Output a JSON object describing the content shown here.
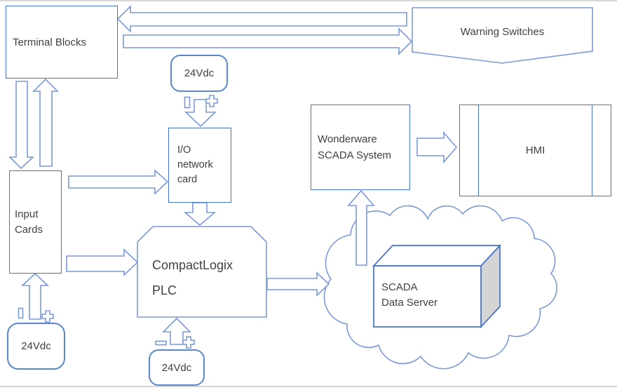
{
  "diagram": {
    "title": "SCADA control system architecture diagram",
    "nodes": {
      "terminal_blocks": {
        "label": "Terminal Blocks"
      },
      "warning_switches": {
        "label": "Warning Switches"
      },
      "psu_top": {
        "label": "24Vdc"
      },
      "io_network_card": {
        "label": "I/O\nnetwork\ncard"
      },
      "input_cards": {
        "label": "Input\nCards"
      },
      "plc": {
        "label": "CompactLogix\nPLC"
      },
      "psu_bottom_left": {
        "label": "24Vdc"
      },
      "psu_bottom_mid": {
        "label": "24Vdc"
      },
      "wonderware": {
        "label": "Wonderware\nSCADA System"
      },
      "hmi": {
        "label": "HMI"
      },
      "scada_data_server": {
        "label": "SCADA\nData Server"
      }
    },
    "colors": {
      "box_border": "#4472c4",
      "rounded_box_border": "#5b86cf",
      "arrow_border": "#7a99d6",
      "cloud_border": "#7a99d6",
      "cube_side_fill": "#d4d4d4",
      "text": "#3f3f3f",
      "background": "#ffffff",
      "page_edge_line": "#d8d8d8"
    }
  }
}
